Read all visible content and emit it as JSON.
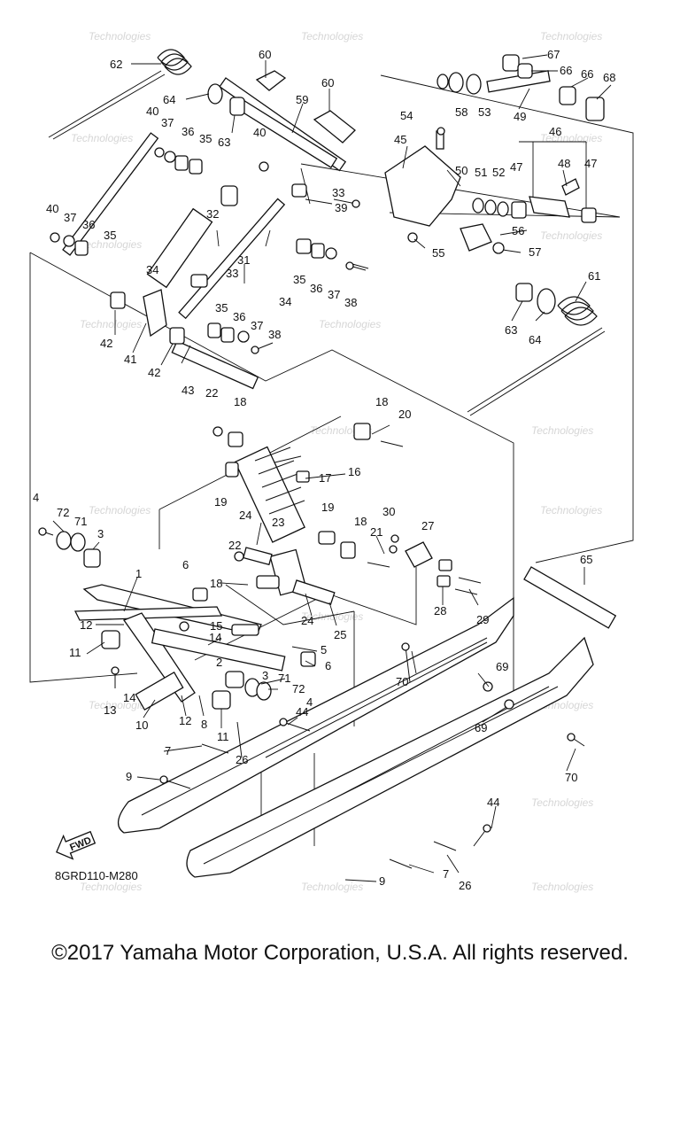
{
  "diagram": {
    "part_callouts": [
      "1",
      "2",
      "3",
      "4",
      "5",
      "6",
      "7",
      "8",
      "9",
      "10",
      "11",
      "12",
      "13",
      "14",
      "15",
      "16",
      "17",
      "18",
      "19",
      "20",
      "21",
      "22",
      "23",
      "24",
      "25",
      "26",
      "27",
      "28",
      "29",
      "30",
      "31",
      "32",
      "33",
      "34",
      "35",
      "36",
      "37",
      "38",
      "39",
      "40",
      "41",
      "42",
      "43",
      "44",
      "45",
      "46",
      "47",
      "48",
      "49",
      "50",
      "51",
      "52",
      "53",
      "54",
      "55",
      "56",
      "57",
      "58",
      "59",
      "60",
      "61",
      "62",
      "63",
      "64",
      "65",
      "66",
      "67",
      "68",
      "69",
      "70",
      "71",
      "72"
    ],
    "fwd_label": "FWD",
    "diagram_code": "8GRD110-M280",
    "watermark_text": "Technologies",
    "copyright": "©2017 Yamaha Motor Corporation, U.S.A. All rights reserved."
  }
}
